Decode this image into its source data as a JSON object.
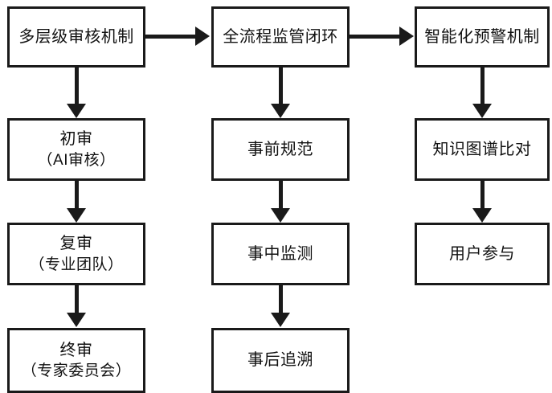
{
  "diagram": {
    "type": "flowchart",
    "orientation": "three-column top-down with horizontal top row",
    "background_color": "#ffffff",
    "line_color": "#1a1a1a",
    "text_color": "#111111",
    "columns": [
      {
        "id": "column-1",
        "header": "多层级审核机制",
        "nodes": [
          {
            "line1": "多层级审核机制",
            "line2": ""
          },
          {
            "line1": "初审",
            "line2": "（AI审核）"
          },
          {
            "line1": "复审",
            "line2": "（专业团队）"
          },
          {
            "line1": "终审",
            "line2": "（专家委员会）"
          }
        ]
      },
      {
        "id": "column-2",
        "header": "全流程监管闭环",
        "nodes": [
          {
            "line1": "全流程监管闭环",
            "line2": ""
          },
          {
            "line1": "事前规范",
            "line2": ""
          },
          {
            "line1": "事中监测",
            "line2": ""
          },
          {
            "line1": "事后追溯",
            "line2": ""
          }
        ]
      },
      {
        "id": "column-3",
        "header": "智能化预警机制",
        "nodes": [
          {
            "line1": "智能化预警机制",
            "line2": ""
          },
          {
            "line1": "知识图谱比对",
            "line2": ""
          },
          {
            "line1": "用户参与",
            "line2": ""
          }
        ]
      }
    ],
    "connectors": [
      {
        "from": "多层级审核机制",
        "to": "全流程监管闭环",
        "direction": "right"
      },
      {
        "from": "全流程监管闭环",
        "to": "智能化预警机制",
        "direction": "right"
      },
      {
        "from": "多层级审核机制",
        "to": "初审",
        "direction": "down"
      },
      {
        "from": "初审",
        "to": "复审",
        "direction": "down"
      },
      {
        "from": "复审",
        "to": "终审",
        "direction": "down"
      },
      {
        "from": "全流程监管闭环",
        "to": "事前规范",
        "direction": "down"
      },
      {
        "from": "事前规范",
        "to": "事中监测",
        "direction": "down"
      },
      {
        "from": "事中监测",
        "to": "事后追溯",
        "direction": "down"
      },
      {
        "from": "智能化预警机制",
        "to": "知识图谱比对",
        "direction": "down"
      },
      {
        "from": "知识图谱比对",
        "to": "用户参与",
        "direction": "down"
      }
    ]
  }
}
